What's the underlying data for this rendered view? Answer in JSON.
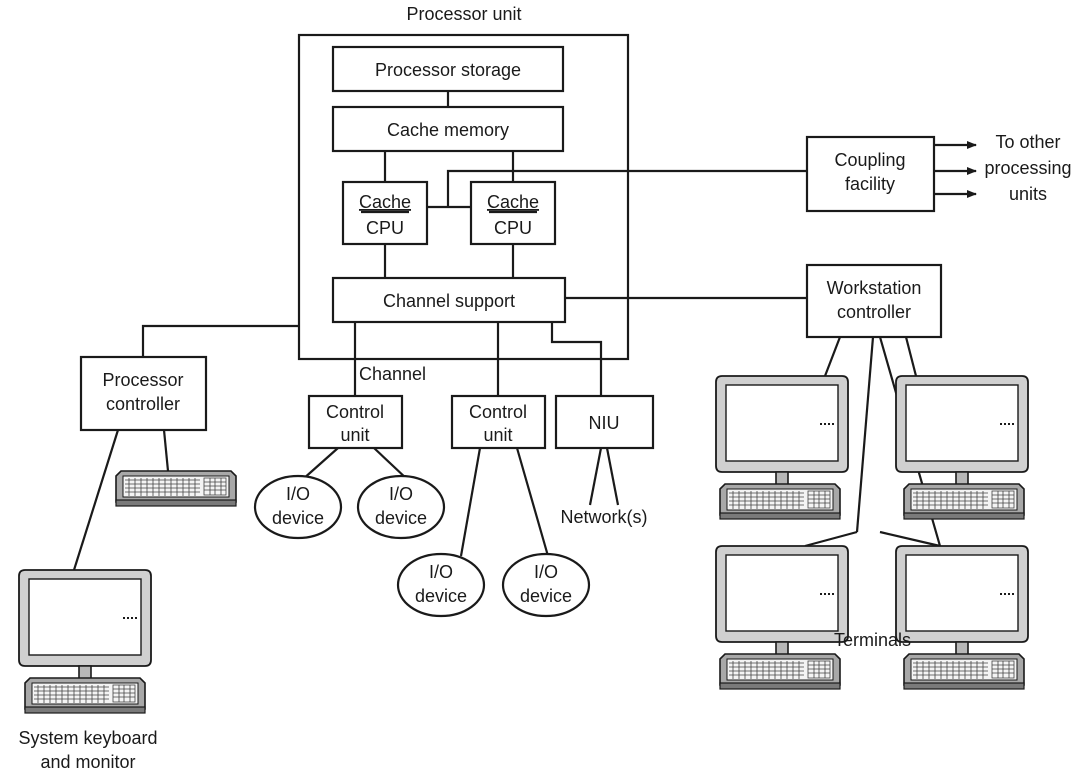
{
  "processor_unit": {
    "title": "Processor unit",
    "processor_storage": "Processor storage",
    "cache_memory": "Cache memory",
    "cpu_left": {
      "top": "Cache",
      "bottom": "CPU"
    },
    "cpu_right": {
      "top": "Cache",
      "bottom": "CPU"
    },
    "channel_support": "Channel support"
  },
  "channel_label": "Channel",
  "coupling_facility": {
    "line1": "Coupling",
    "line2": "facility"
  },
  "to_other": {
    "line1": "To other",
    "line2": "processing",
    "line3": "units"
  },
  "workstation_controller": {
    "line1": "Workstation",
    "line2": "controller"
  },
  "processor_controller": {
    "line1": "Processor",
    "line2": "controller"
  },
  "control_unit_1": {
    "line1": "Control",
    "line2": "unit"
  },
  "control_unit_2": {
    "line1": "Control",
    "line2": "unit"
  },
  "niu": "NIU",
  "networks": "Network(s)",
  "io_devices": [
    {
      "line1": "I/O",
      "line2": "device"
    },
    {
      "line1": "I/O",
      "line2": "device"
    },
    {
      "line1": "I/O",
      "line2": "device"
    },
    {
      "line1": "I/O",
      "line2": "device"
    }
  ],
  "terminals_label": "Terminals",
  "system_label": {
    "line1": "System keyboard",
    "line2": "and monitor"
  },
  "icons": [
    "monitor-icon",
    "keyboard-icon"
  ]
}
